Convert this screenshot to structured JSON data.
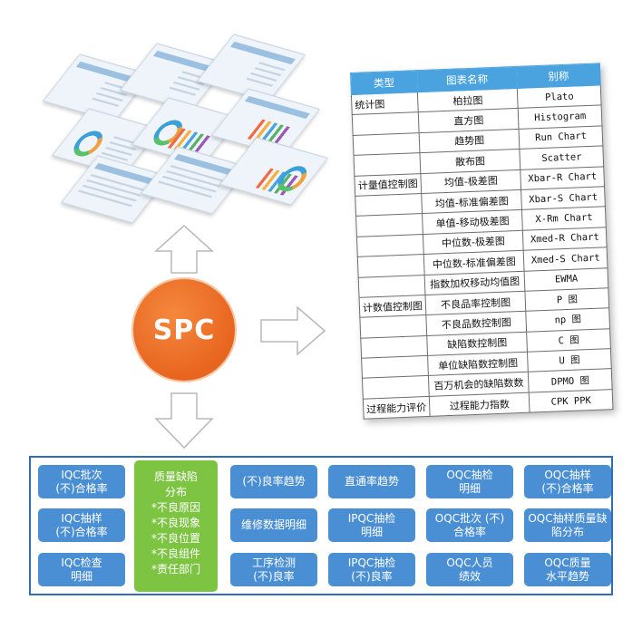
{
  "center": {
    "label": "SPC"
  },
  "table": {
    "headers": [
      "类型",
      "图表名称",
      "别称"
    ],
    "rows": [
      [
        "统计图",
        "柏拉图",
        "Plato"
      ],
      [
        "",
        "直方图",
        "Histogram"
      ],
      [
        "",
        "趋势图",
        "Run Chart"
      ],
      [
        "",
        "散布图",
        "Scatter"
      ],
      [
        "计量值控制图",
        "均值-极差图",
        "Xbar-R Chart"
      ],
      [
        "",
        "均值-标准偏差图",
        "Xbar-S Chart"
      ],
      [
        "",
        "单值-移动极差图",
        "X-Rm Chart"
      ],
      [
        "",
        "中位数-极差图",
        "Xmed-R Chart"
      ],
      [
        "",
        "中位数-标准偏差图",
        "Xmed-S Chart"
      ],
      [
        "",
        "指数加权移动均值图",
        "EWMA"
      ],
      [
        "计数值控制图",
        "不良品率控制图",
        "P 图"
      ],
      [
        "",
        "不良品数控制图",
        "np 图"
      ],
      [
        "",
        "缺陷数控制图",
        "C 图"
      ],
      [
        "",
        "单位缺陷数控制图",
        "U 图"
      ],
      [
        "",
        "百万机会的缺陷数数",
        "DPMO 图"
      ],
      [
        "过程能力评价",
        "过程能力指数",
        "CPK PPK"
      ]
    ]
  },
  "modules": {
    "iqc_batch_pass": "IQC批次\n(不)合格率",
    "iqc_sample_pass": "IQC抽样\n(不)合格率",
    "iqc_detail": "IQC检查\n明细",
    "quality_defect": "质量缺陷\n分布\n*不良原因\n*不良现象\n*不良位置\n*不良组件\n*责任部门",
    "good_rate_trend": "(不)良率趋势",
    "repair_detail": "维修数据明细",
    "process_good_rate": "工序检测\n(不)良率",
    "first_pass_trend": "直通率趋势",
    "ipqc_sample_detail": "IPQC抽检\n明细",
    "ipqc_good_rate": "IPQC抽检\n(不)良率",
    "oqc_sample_detail": "OQC抽检\n明细",
    "oqc_batch_pass": "OQC批次 (不)\n合格率",
    "oqc_staff": "OQC人员\n绩效",
    "oqc_sample_pass": "OQC抽样\n(不)合格率",
    "oqc_defect_dist": "OQC抽样质量缺\n陷分布",
    "oqc_quality_trend": "OQC质量\n水平趋势"
  },
  "colors": {
    "module_blue": "#4a8fd4",
    "module_green": "#7dc443",
    "spc_orange": "#e8651f",
    "table_header": "#4aa3df",
    "panel_border": "#2f6fb5"
  }
}
